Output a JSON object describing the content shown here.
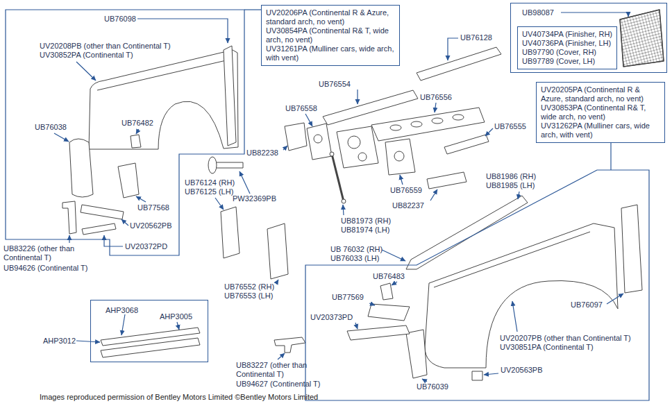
{
  "diagram": {
    "nodes": [
      {
        "text": [
          "UB76098",
          "UV20208PB (other than Continental T)",
          "UV30852PA (Continental T)",
          "UB76038",
          "UB76482",
          "UB77568",
          "UV20562PB",
          "UV20372PD"
        ]
      },
      {
        "text": [
          "UV20206PA (Continental R & Azure, standard arch, no vent)",
          "UV30854PA (Continental R& T, wide arch, no vent)",
          "UV31261PA (Mulliner cars, wide arch, with vent)"
        ]
      },
      {
        "text": [
          "UB98087"
        ]
      },
      {
        "text": [
          "UV40734PA (Finisher, RH)",
          "UV40736PA (Finisher, LH)",
          "UB97790 (Cover, RH)",
          "UB97789 (Cover, LH)"
        ],
        "in": 2
      },
      {
        "text": [
          "UV20205PA (Continental R & Azure, standard arch, no vent)",
          "UV30853PA (Continental R& T, wide arch, no vent)",
          "UV31262PA (Mulliner cars, wide arch, with vent)"
        ]
      },
      {
        "text": [
          "UB76483",
          "UB77569",
          "UV20373PD",
          "UB76097",
          "UV20207PB (other than Continental T)",
          "UV30851PA (Continental T)",
          "UV20563PB",
          "UB76039"
        ]
      },
      {
        "text": [
          "AHP3068",
          "AHP3005"
        ]
      }
    ],
    "edges": [
      {
        "from": 1,
        "to": 0,
        "arrow": "none"
      },
      {
        "from": 4,
        "to": 5,
        "arrow": "none"
      }
    ],
    "labels": [
      "UB76128",
      "UB76554",
      "UB76556",
      "UB76558",
      "UB76555",
      "UB82238",
      "UB76124 (RH)",
      "UB76125 (LH)",
      "UB81986 (RH)",
      "UB81985 (LH)",
      "UB76559",
      "PW32369PB",
      "UB82237",
      "UB81973 (RH)",
      "UB81974 (LH)",
      "UB83226 (other than Continental T)",
      "UB 76032 (RH)",
      "UB76033 (LH)",
      "UB94626 (Continental T)",
      "UB76552 (RH)",
      "UB76553 (LH)",
      "AHP3012",
      "UB83227 (other than Continental T)",
      "UB94627 (Continental T)",
      "Images reproduced permission of Bentley Motors Limited ©Bentley Motors Limited"
    ]
  }
}
